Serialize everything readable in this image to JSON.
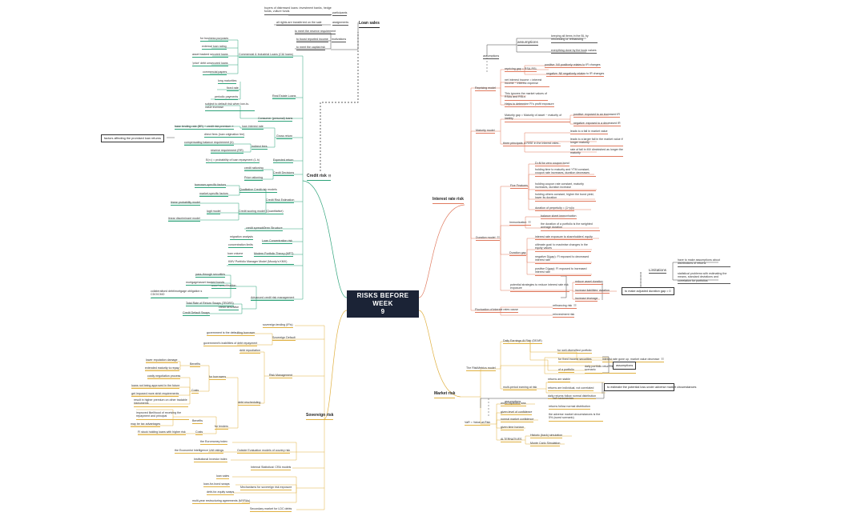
{
  "center": {
    "line1": "RISKS BEFORE WEEK",
    "line2": "9"
  },
  "branches": {
    "loan_sales": "Loan sales",
    "credit": "Credit risk",
    "sovereign": "Sovereign risk",
    "interest": "Interest rate risk",
    "market": "Market risk"
  },
  "loan_sales": {
    "participants": "participants",
    "participants_desc": "buyers of distressed loans: investment banks, hedge funds, vulture funds",
    "assignments": "assignments",
    "assignments_desc": "all rights are transferred on the sale",
    "motivations": "motivations",
    "motivations_items": [
      "to meet the reserve requirement",
      "to boost reported income",
      "to meet the capital risk"
    ]
  },
  "credit": {
    "ci_loans": "Commercial & Industrial Loans (C&I loans)",
    "ci_items": [
      "for business purposes",
      "external loan rating",
      "asset backed secured loans",
      "'price' debt unsecured loans",
      "commercial papers"
    ],
    "re_loans": "Real Estate Loans",
    "re_items": [
      "long maturities",
      "fixed rate",
      "periodic payments",
      "subject to default risk when low-to-value increase"
    ],
    "consumer": "Consumer (personal) loans",
    "gross_return": "Gross return",
    "loan_interest": "loan interest rate",
    "base_lending": "base lending rate (BR) + credit risk premium ≡",
    "direct_fees": "direct fees (loan origination fee)",
    "comp_balance": "compensating balance requirement (b)",
    "indirect_fees": "Indirect fees",
    "reserve_req": "reserve requirement (RR)",
    "expected_return": "Expected return",
    "expected_formula": "E(r=) = probability of loan repayment (1-h)",
    "factors": "factors affecting the promised loan returns",
    "credit_decisions": "Credit Decisions",
    "credit_rationing": "credit rationing",
    "price_rationing": "Price rationing",
    "cre": "Credit Risk Estimation",
    "qualitative": "Qualitative Credit risk models",
    "borrower_factors": "borrower-specific factors",
    "market_factors": "market-specific factors",
    "credit_scoring": "Credit scoring model (Quantitative)",
    "linear_prob": "linear probability model",
    "logit": "logit model",
    "linear_disc": "linear discriminant model",
    "term_structure": "Term Structure",
    "credit_spreads": "credit spreads",
    "loan_conc": "Loan Concentration risk",
    "migration": "migration analysis",
    "concentration": "concentration limits",
    "mpt": "Modern Portfolio Theory (MPT)",
    "loan_volume": "loan volume",
    "kmv": "KMV Portfolio Manager Model (Moody's KMV)",
    "advanced": "Advanced credit risk management",
    "asset_sec": "asset securitisation",
    "pass_through": "pass-through securities",
    "mortgage_backed": "mortgage/asset backed bonds",
    "cdo": "collateralised debt/mortgage obligation s CDO/CMO",
    "credit_deriv": "credit derivative",
    "trs": "Total Rate of Return Swaps (TRORS)",
    "cds": "Credit Default Swaps"
  },
  "sovereign": {
    "lending": "sovereign lending (IFIs)",
    "default": "Sovereign Default",
    "gov_default": "government is the defaulting borrower",
    "gov_inability": "government's inabilities of debt repayment",
    "risk_mgmt": "Risk Management",
    "debt_repud": "debt repudiation",
    "debt_resched": "debt rescheduling",
    "for_borrowers": "for borrowers",
    "benefits": "Benefits",
    "costs": "Costs",
    "b_ben": [
      "lower reputation damage",
      "extended maturity to repay"
    ],
    "b_cost": [
      "costly negotiation process",
      "loans not being approved in the future",
      "get imposed more strict requirements",
      "result in higher premium on other tradable instruments"
    ],
    "for_lenders": "for lenders",
    "l_ben_label": "Benefits",
    "l_cost_label": "Costs",
    "l_ben": [
      "improved likelihood of receiving the repayment and principal",
      "may be tax advantages"
    ],
    "l_cost": [
      "FI stuck holding loans with higher risk"
    ],
    "outside_eval": "Outside Evaluation models of country risk",
    "ee_index": "the Euromoney index",
    "eiu": "the Economist Intelligence Unit ratings",
    "iii": "Institutional Investor index",
    "internal_stat": "Internal Statistical: CRA models",
    "mechanisms": "Mechanisms for sovereign risk exposure",
    "mech_items": [
      "loan sales",
      "loan-for-bond swaps",
      "debt-for-equity swaps",
      "multi-year restructuring agreements (MYRAs)"
    ],
    "secondary": "Secondary market for LDC debts"
  },
  "interest": {
    "assumptions_label": "assumptions",
    "assumptions_head": "assumptions",
    "assump_items": [
      "keeping all items in the BL by reinvesting or refinancing",
      "everything done by the book values"
    ],
    "repricing": "Repricing model",
    "repricing_gap": "repricing gap = RSA-RSL",
    "pos_gap": "positive: NII positively relates to IR changes",
    "neg_gap": "negative: NII negatively relates to IR changes",
    "nii": "net interest income = interest income − interest expense",
    "ignores": "This ignores the market values of RSAs and RSLs",
    "helps": "Helps to determine FI's profit exposure",
    "maturity": "Maturity model",
    "mat_gap": "Maturity gap = Maturity of asset − maturity of liability",
    "mat_pos": "positive: exposed to an increased IR",
    "mat_neg": "negative: exposed to a decreased IR",
    "three": "three principals: a RISE in the interest rates...",
    "p1": "leads to a fall in market value",
    "p2": "leads to a larger fall in the market value if longer maturity",
    "p3": "rate of fall in MV diminished as longer the maturity",
    "duration": "Duration model",
    "five": "Five Features",
    "f_items": [
      "D=M for zero coupon bond",
      "holding time to maturity and YTM constant, coupon rate increases, duration decreases",
      "holding coupon rate constant, maturity increases, duration increase",
      "holding others constant, higher the bond yield, lower its duration",
      "duration of perpetuity = (1+y)/y"
    ],
    "immunisation": "Immunisation",
    "imm1": "balance sheet immunisation",
    "imm2": "the duration of a portfolio is the weighted average duration",
    "dgap": "Duration gap",
    "dgap1": "interest rate exposure to shareholders' equity",
    "dgap2": "ultimate goal: to maximise changes in the equity values",
    "dgap3": "negative D(gap): FI exposed to decreased interest rate",
    "dgap4": "positive D(gap): FI exposed to increased interest rate",
    "potential": "potential strategies to reduce interest rate risk exposure",
    "pot_items": [
      "reduce asset duration",
      "increase liabilities' duration",
      "increase leverage"
    ],
    "adjusted": "to make adjusted duration gap = 0",
    "limitations": "Limitations",
    "lim_items": [
      "have to make assumptions about distributions of returns",
      "statistical problems with estimating the means, standard deviations and correlation for portfolios"
    ],
    "fluctuation": "Fluctuation of interest rates cause",
    "refinancing": "refinancing risk",
    "reinvestment": "reinvestment risk"
  },
  "market": {
    "riskmetrics": "The RiskMetrics model",
    "dear": "Daily Earnings At Risk (DEAR)",
    "well_div": "for well-diversified portfolio",
    "fixed_income": "for fixed income securities",
    "fixed_formula": "interest rate gone up, market value decrease",
    "portfolio": "of a portfolio",
    "daily_return": "daily portfolio return under the 5% worst scenario",
    "multi_period": "multi-period earning at risk",
    "mp_items": [
      "returns are stable",
      "returns are individual, not correlated",
      "daily returns follow normal distribution"
    ],
    "assumptions_box": "assumptions",
    "assumptions2": "assumptions",
    "as_items": [
      "returns follow normal distribution",
      "the adverse market circumstances is the 5% (worst scenario)"
    ],
    "estimate": "to estimate the potential loss under adverse market circumstances",
    "var": "VaR = Value-at-Risk",
    "var_items": [
      "worst expected loss",
      "given level of confidence",
      "normal market confidence",
      "given time horizon"
    ],
    "alternatives": "ALTERNATIVES",
    "alt_items": [
      "Historic (back) simulation",
      "Monte Carlo Simulation"
    ],
    "fundamentals": "VaR fundamentals"
  },
  "colors": {
    "credit": "#2ea37a",
    "interest": "#e07a5f",
    "sovereign": "#e0b040",
    "market": "#e0b040",
    "center": "#1b2336"
  }
}
